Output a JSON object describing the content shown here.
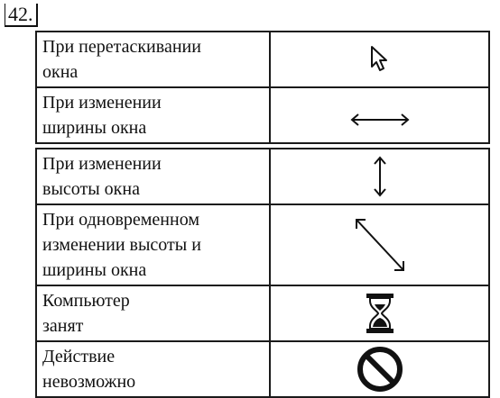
{
  "task_number": "42.",
  "rows": [
    {
      "label": "При перетаскивании\nокна",
      "icon": "arrow-pointer-icon"
    },
    {
      "label": "При изменении\nширины окна",
      "icon": "horizontal-resize-icon"
    },
    {
      "label": "При изменении\nвысоты окна",
      "icon": "vertical-resize-icon"
    },
    {
      "label": "При одновременном\nизменении высоты и\nширины окна",
      "icon": "diagonal-resize-icon"
    },
    {
      "label": "Компьютер\nзанят",
      "icon": "hourglass-icon"
    },
    {
      "label": "Действие\nневозможно",
      "icon": "forbidden-icon"
    }
  ]
}
